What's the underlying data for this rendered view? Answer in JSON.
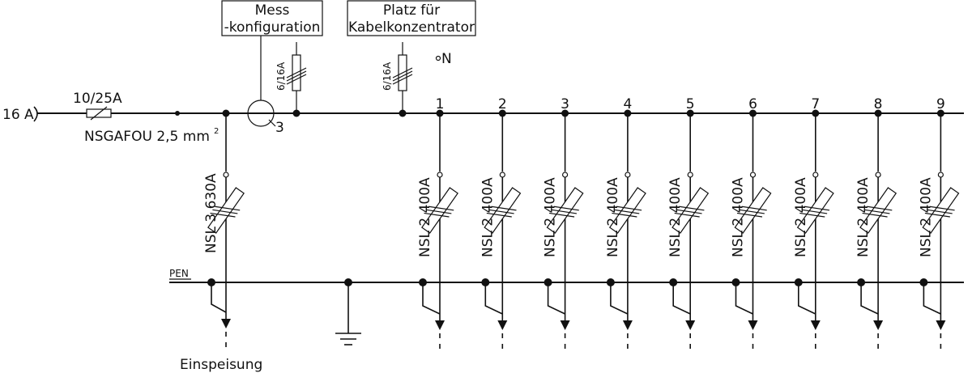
{
  "supply": {
    "label": "16 A"
  },
  "fuse": {
    "rating": "10/25A"
  },
  "cable": {
    "label": "NSGAFOU 2,5 mm",
    "superscript": "2"
  },
  "meter_box": {
    "line1": "Mess",
    "line2": "-konfiguration"
  },
  "ct_label": "3",
  "concentrator_box": {
    "line1": "Platz für",
    "line2": "Kabelkonzentrator"
  },
  "fuse_small_1": "6/16A",
  "fuse_small_2": "6/16A",
  "neutral_label": "N",
  "pen_label": "PEN",
  "feeder": {
    "rating": "NSL 3 630A",
    "caption": "Einspeisung"
  },
  "outlets": [
    {
      "number": "1",
      "rating": "NSL 2 400A"
    },
    {
      "number": "2",
      "rating": "NSL 2 400A"
    },
    {
      "number": "3",
      "rating": "NSL 2 400A"
    },
    {
      "number": "4",
      "rating": "NSL 2 400A"
    },
    {
      "number": "5",
      "rating": "NSL 2 400A"
    },
    {
      "number": "6",
      "rating": "NSL 2 400A"
    },
    {
      "number": "7",
      "rating": "NSL 2 400A"
    },
    {
      "number": "8",
      "rating": "NSL 2 400A"
    },
    {
      "number": "9",
      "rating": "NSL 2 400A"
    }
  ]
}
